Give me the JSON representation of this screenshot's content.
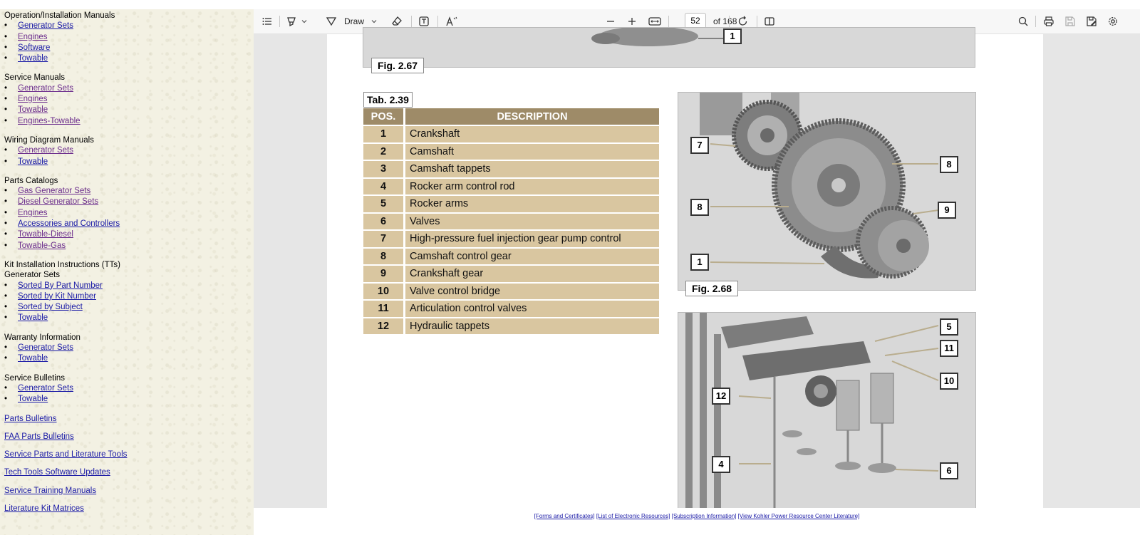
{
  "sidebar": {
    "sections": [
      {
        "heading": "Operation/Installation Manuals",
        "links": [
          "Generator Sets",
          "Engines",
          "Software",
          "Towable"
        ]
      },
      {
        "heading": "Service Manuals",
        "links": [
          "Generator Sets",
          "Engines",
          "Towable",
          "Engines-Towable"
        ]
      },
      {
        "heading": "Wiring Diagram Manuals",
        "links": [
          "Generator Sets",
          "Towable"
        ]
      },
      {
        "heading": "Parts Catalogs",
        "links": [
          "Gas Generator Sets",
          "Diesel Generator Sets",
          "Engines",
          "Accessories and Controllers",
          "Towable-Diesel",
          "Towable-Gas"
        ]
      },
      {
        "heading": "Kit Installation Instructions (TTs)",
        "subheading": "Generator Sets",
        "links": [
          "Sorted By Part Number",
          "Sorted by Kit Number",
          "Sorted by Subject",
          "Towable"
        ]
      },
      {
        "heading": "Warranty Information",
        "links": [
          "Generator Sets",
          "Towable"
        ]
      },
      {
        "heading": "Service Bulletins",
        "links": [
          "Generator Sets",
          "Towable"
        ]
      }
    ],
    "flat_links": [
      "Parts Bulletins",
      "FAA Parts Bulletins",
      "Service Parts and Literature Tools",
      "Tech Tools Software Updates",
      "Service Training Manuals",
      "Literature Kit Matrices"
    ]
  },
  "toolbar": {
    "draw_label": "Draw",
    "page_value": "52",
    "page_total": "of 168",
    "icons": [
      "contents-icon",
      "highlight-icon",
      "draw-icon",
      "eraser-icon",
      "text-box-icon",
      "read-aloud-icon",
      "zoom-out-icon",
      "zoom-in-icon",
      "fit-width-icon",
      "rotate-icon",
      "page-view-icon",
      "search-icon",
      "print-icon",
      "save-icon",
      "save-as-icon",
      "settings-icon"
    ]
  },
  "document": {
    "fig_top_label": "Fig. 2.67",
    "fig_top_callout": "1",
    "table_label": "Tab. 2.39",
    "table_headers": [
      "POS.",
      "DESCRIPTION"
    ],
    "table_rows": [
      {
        "pos": "1",
        "desc": "Crankshaft"
      },
      {
        "pos": "2",
        "desc": "Camshaft"
      },
      {
        "pos": "3",
        "desc": "Camshaft tappets"
      },
      {
        "pos": "4",
        "desc": "Rocker arm control rod"
      },
      {
        "pos": "5",
        "desc": "Rocker arms"
      },
      {
        "pos": "6",
        "desc": "Valves"
      },
      {
        "pos": "7",
        "desc": "High-pressure fuel injection gear pump control"
      },
      {
        "pos": "8",
        "desc": "Camshaft control gear"
      },
      {
        "pos": "9",
        "desc": "Crankshaft gear"
      },
      {
        "pos": "10",
        "desc": "Valve control bridge"
      },
      {
        "pos": "11",
        "desc": "Articulation control valves"
      },
      {
        "pos": "12",
        "desc": "Hydraulic tappets"
      }
    ],
    "fig_gear_label": "Fig. 2.68",
    "fig_gear_callouts": [
      "7",
      "8",
      "8",
      "9",
      "1"
    ],
    "fig_valve_callouts": [
      "5",
      "11",
      "10",
      "12",
      "4",
      "6"
    ]
  },
  "footer": {
    "links": [
      "[Forms and Certificates]",
      "[List of Electronic Resources]",
      "[Subscription Information]",
      "[View Kohler Power Resource Center Literature]"
    ]
  },
  "colors": {
    "table_header": "#9e8b68",
    "table_row": "#d9c6a0",
    "sidebar_bg": "#f3f1e3",
    "link": "#1a1aa6",
    "visited_link": "#6b2c8c"
  }
}
